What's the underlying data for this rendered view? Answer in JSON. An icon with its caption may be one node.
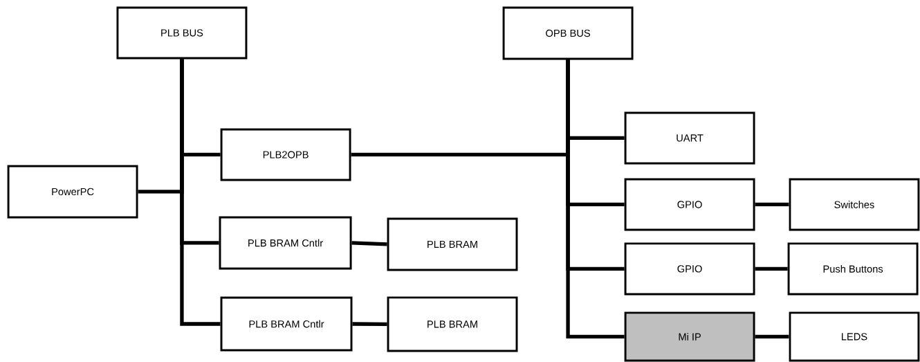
{
  "diagram": {
    "nodes": [
      {
        "text": [
          "PLB BUS"
        ]
      },
      {
        "text": [
          "OPB BUS"
        ]
      },
      {
        "text": [
          "PowerPC"
        ]
      },
      {
        "text": [
          "PLB2OPB"
        ]
      },
      {
        "text": [
          "UART"
        ]
      },
      {
        "text": [
          "GPIO"
        ]
      },
      {
        "text": [
          "Switches"
        ]
      },
      {
        "text": [
          "PLB BRAM Cntlr"
        ]
      },
      {
        "text": [
          "PLB BRAM"
        ]
      },
      {
        "text": [
          "GPIO"
        ]
      },
      {
        "text": [
          "Push Buttons"
        ]
      },
      {
        "text": [
          "PLB BRAM Cntlr"
        ]
      },
      {
        "text": [
          "PLB BRAM"
        ]
      },
      {
        "text": [
          "Mi IP"
        ]
      },
      {
        "text": [
          "LEDS"
        ]
      }
    ],
    "edges": [
      {
        "from": 0,
        "to": 2,
        "arrow": "none"
      },
      {
        "from": 0,
        "to": 3,
        "arrow": "none"
      },
      {
        "from": 0,
        "to": 7,
        "arrow": "none"
      },
      {
        "from": 0,
        "to": 11,
        "arrow": "none"
      },
      {
        "from": 3,
        "to": 1,
        "arrow": "none"
      },
      {
        "from": 1,
        "to": 4,
        "arrow": "none"
      },
      {
        "from": 1,
        "to": 5,
        "arrow": "none"
      },
      {
        "from": 1,
        "to": 9,
        "arrow": "none"
      },
      {
        "from": 1,
        "to": 13,
        "arrow": "none"
      },
      {
        "from": 5,
        "to": 6,
        "arrow": "none"
      },
      {
        "from": 7,
        "to": 8,
        "arrow": "none"
      },
      {
        "from": 9,
        "to": 10,
        "arrow": "none"
      },
      {
        "from": 11,
        "to": 12,
        "arrow": "none"
      },
      {
        "from": 13,
        "to": 14,
        "arrow": "none"
      }
    ]
  }
}
